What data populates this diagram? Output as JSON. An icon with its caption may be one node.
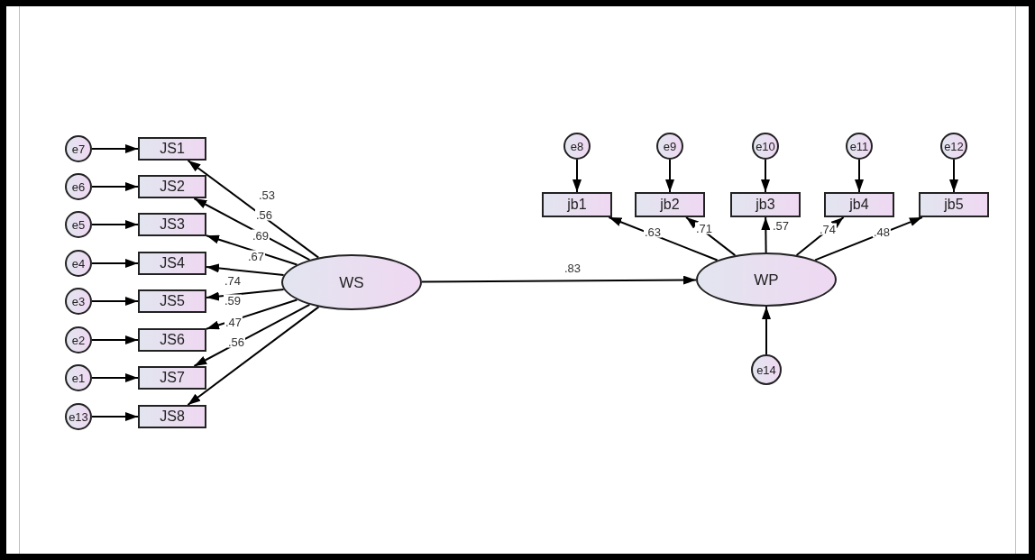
{
  "diagram": {
    "nodes": [
      {
        "text": [
          "e7"
        ]
      },
      {
        "text": [
          "JS1"
        ]
      },
      {
        "text": [
          "e6"
        ]
      },
      {
        "text": [
          "JS2"
        ]
      },
      {
        "text": [
          "e5"
        ]
      },
      {
        "text": [
          "JS3"
        ]
      },
      {
        "text": [
          "e4"
        ]
      },
      {
        "text": [
          "JS4"
        ]
      },
      {
        "text": [
          "e3"
        ]
      },
      {
        "text": [
          "JS5"
        ]
      },
      {
        "text": [
          "e2"
        ]
      },
      {
        "text": [
          "JS6"
        ]
      },
      {
        "text": [
          "e1"
        ]
      },
      {
        "text": [
          "JS7"
        ]
      },
      {
        "text": [
          "e13"
        ]
      },
      {
        "text": [
          "JS8"
        ]
      },
      {
        "text": [
          "WS"
        ]
      },
      {
        "text": [
          "e8"
        ]
      },
      {
        "text": [
          "e9"
        ]
      },
      {
        "text": [
          "e10"
        ]
      },
      {
        "text": [
          "e11"
        ]
      },
      {
        "text": [
          "e12"
        ]
      },
      {
        "text": [
          "jb1"
        ]
      },
      {
        "text": [
          "jb2"
        ]
      },
      {
        "text": [
          "jb3"
        ]
      },
      {
        "text": [
          "jb4"
        ]
      },
      {
        "text": [
          "jb5"
        ]
      },
      {
        "text": [
          "WP"
        ]
      },
      {
        "text": [
          "e14"
        ]
      }
    ],
    "edges": [
      {
        "from": 0,
        "to": 1,
        "arrow": "to"
      },
      {
        "from": 2,
        "to": 3,
        "arrow": "to"
      },
      {
        "from": 4,
        "to": 5,
        "arrow": "to"
      },
      {
        "from": 6,
        "to": 7,
        "arrow": "to"
      },
      {
        "from": 8,
        "to": 9,
        "arrow": "to"
      },
      {
        "from": 10,
        "to": 11,
        "arrow": "to"
      },
      {
        "from": 12,
        "to": 13,
        "arrow": "to"
      },
      {
        "from": 14,
        "to": 15,
        "arrow": "to"
      },
      {
        "from": 16,
        "to": 1,
        "arrow": "to",
        "label": ".53"
      },
      {
        "from": 16,
        "to": 3,
        "arrow": "to",
        "label": ".56"
      },
      {
        "from": 16,
        "to": 5,
        "arrow": "to",
        "label": ".69"
      },
      {
        "from": 16,
        "to": 7,
        "arrow": "to",
        "label": ".67"
      },
      {
        "from": 16,
        "to": 9,
        "arrow": "to",
        "label": ".74"
      },
      {
        "from": 16,
        "to": 11,
        "arrow": "to",
        "label": ".59"
      },
      {
        "from": 16,
        "to": 13,
        "arrow": "to",
        "label": ".47"
      },
      {
        "from": 16,
        "to": 15,
        "arrow": "to",
        "label": ".56"
      },
      {
        "from": 16,
        "to": 27,
        "arrow": "to",
        "label": ".83"
      },
      {
        "from": 17,
        "to": 22,
        "arrow": "to"
      },
      {
        "from": 18,
        "to": 23,
        "arrow": "to"
      },
      {
        "from": 19,
        "to": 24,
        "arrow": "to"
      },
      {
        "from": 20,
        "to": 25,
        "arrow": "to"
      },
      {
        "from": 21,
        "to": 26,
        "arrow": "to"
      },
      {
        "from": 27,
        "to": 22,
        "arrow": "to",
        "label": ".63"
      },
      {
        "from": 27,
        "to": 23,
        "arrow": "to",
        "label": ".71"
      },
      {
        "from": 27,
        "to": 24,
        "arrow": "to",
        "label": ".57"
      },
      {
        "from": 27,
        "to": 25,
        "arrow": "to",
        "label": ".74"
      },
      {
        "from": 27,
        "to": 26,
        "arrow": "to",
        "label": ".48"
      },
      {
        "from": 28,
        "to": 27,
        "arrow": "to"
      }
    ]
  }
}
